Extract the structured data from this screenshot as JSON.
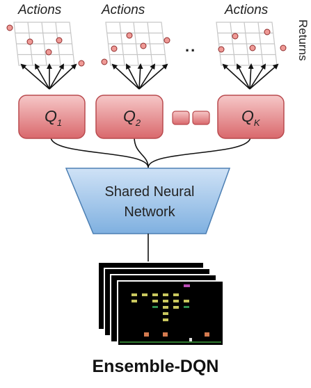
{
  "heads": [
    {
      "id": "q1",
      "letter": "Q",
      "sub": "1"
    },
    {
      "id": "q2",
      "letter": "Q",
      "sub": "2"
    },
    {
      "id": "qk",
      "letter": "Q",
      "sub": "K"
    }
  ],
  "actions_label": "Actions",
  "returns_label": "Returns",
  "ellipsis": "..",
  "network": {
    "line1": "Shared Neural",
    "line2": "Network"
  },
  "caption": "Ensemble-DQN",
  "colors": {
    "head_fill_top": "#f6c8c8",
    "head_fill_bottom": "#d9686c",
    "head_stroke": "#b94a4e",
    "network_fill_top": "#cfe2f6",
    "network_fill_bottom": "#7fb0e0",
    "network_stroke": "#4c7fb3",
    "dot_fill": "#ef9a96",
    "dot_stroke": "#8e2a2a",
    "grid": "#c6c6c6"
  }
}
